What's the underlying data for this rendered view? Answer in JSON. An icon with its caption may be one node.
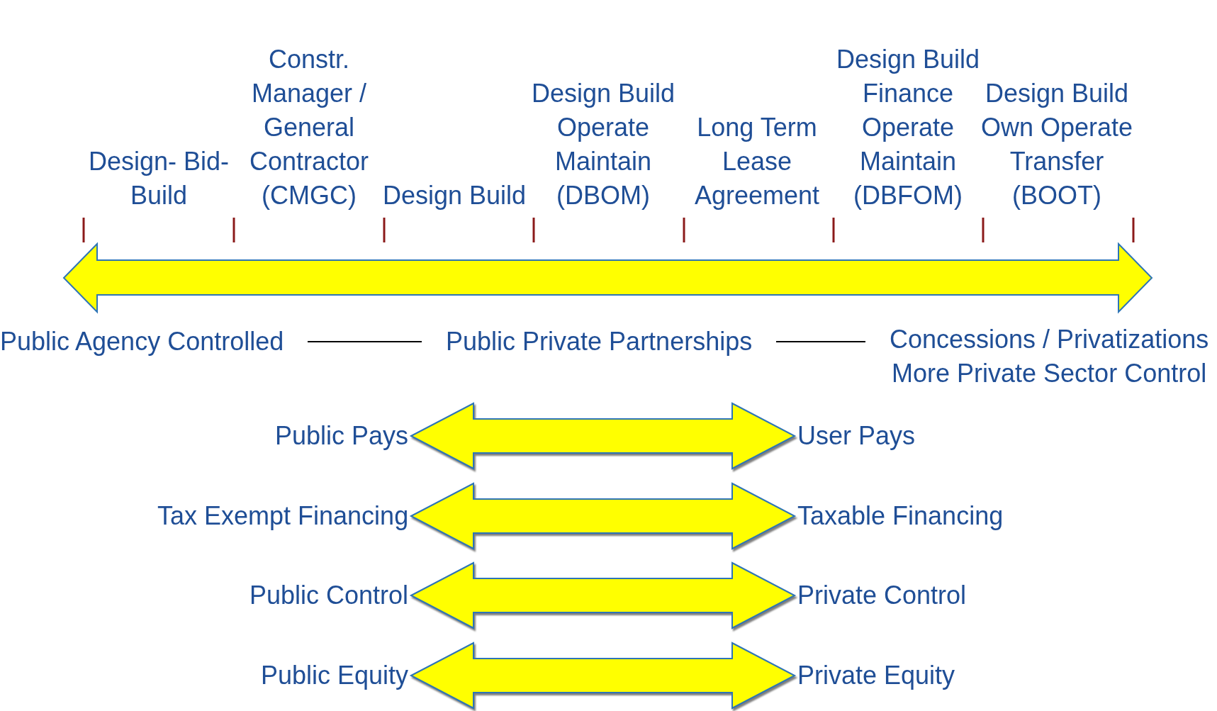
{
  "diagram": {
    "nodes": [
      {
        "text": [
          "Public Agency Controlled"
        ]
      },
      {
        "text": [
          "Public Private Partnerships"
        ]
      },
      {
        "text": [
          "Concessions / Privatizations",
          "More Private Sector Control"
        ]
      },
      {
        "text": [
          "Public Pays"
        ]
      },
      {
        "text": [
          "User Pays"
        ]
      },
      {
        "text": [
          "Tax Exempt Financing"
        ]
      },
      {
        "text": [
          "Taxable Financing"
        ]
      },
      {
        "text": [
          "Public Control"
        ]
      },
      {
        "text": [
          "Private Control"
        ]
      },
      {
        "text": [
          "Public Equity"
        ]
      },
      {
        "text": [
          "Private Equity"
        ]
      }
    ],
    "edges": [
      {
        "from": 0,
        "to": 1,
        "arrow": "none",
        "color": "#000000"
      },
      {
        "from": 1,
        "to": 2,
        "arrow": "none",
        "color": "#000000"
      },
      {
        "from": 3,
        "to": 4,
        "arrow": "both",
        "style": "thick"
      },
      {
        "from": 5,
        "to": 6,
        "arrow": "both",
        "style": "thick"
      },
      {
        "from": 7,
        "to": 8,
        "arrow": "both",
        "style": "thick"
      },
      {
        "from": 9,
        "to": 10,
        "arrow": "both",
        "style": "thick"
      }
    ],
    "labels": [
      "Design- Bid- Build",
      "Constr. Manager / General Contractor (CMGC)",
      "Design Build",
      "Design Build Operate Maintain (DBOM)",
      "Long Term Lease Agreement",
      "Design Build Finance Operate Maintain (DBFOM)",
      "Design Build Own Operate Transfer (BOOT)"
    ]
  }
}
